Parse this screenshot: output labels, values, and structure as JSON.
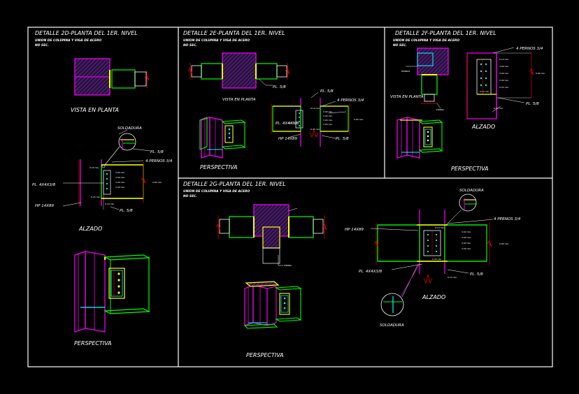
{
  "colors": {
    "background": "#000000",
    "frame": "#ffffff",
    "column": "#ff00ff",
    "beam": "#00ff00",
    "plate": "#ffff00",
    "bolt": "#00ffff",
    "dimension": "#ff0000",
    "hatch": "#7030a0"
  },
  "panels": {
    "p2d": {
      "title": "DETALLE 2D-PLANTA DEL 1ER. NIVEL",
      "subtitle1": "UNION DE COLUMNA Y VIGA DE ACERO",
      "subtitle2": "NO SEC.",
      "captions": {
        "plan": "VISTA EN PLANTA",
        "elevation": "ALZADO",
        "perspective": "PERSPECTIVA"
      },
      "labels": {
        "weld": "SOLDADURA",
        "plate_top": "PL. 5/8",
        "bolts": "4 PERNOS 3/4",
        "plate_side": "PL. 4X4X3/8",
        "column_hp": "HP 14X89",
        "plate_bottom": "PL. 5/8"
      }
    },
    "p2e": {
      "title": "DETALLE 2E-PLANTA DEL 1ER. NIVEL",
      "subtitle1": "UNION DE COLUMNA Y VIGA DE ACERO",
      "subtitle2": "NO SEC.",
      "captions": {
        "plan": "VISTA EN PLANTA",
        "perspective": "PERSPECTIVA"
      },
      "labels": {
        "plate_plan": "PL. 5/8",
        "plate_top": "PL. 5/8",
        "bolts": "4 PERNOS 3/4",
        "plate_side": "PL. 4X4X3/8",
        "column_hp": "HP 14X89",
        "plate_bottom": "PL. 5/8"
      }
    },
    "p2f": {
      "title": "DETALLE 2F-PLANTA DEL 1ER. NIVEL",
      "subtitle1": "UNION DE COLUMNA Y VIGA DE ACERO",
      "subtitle2": "NO SEC.",
      "captions": {
        "plan": "VISTA EN PLANTA",
        "elevation": "ALZADO",
        "perspective": "PERSPECTIVA"
      },
      "labels": {
        "bolts": "4 PERNOS 3/4",
        "plate": "PL. 5/8"
      }
    },
    "p2g": {
      "title": "DETALLE 2G-PLANTA DEL 1ER. NIVEL",
      "subtitle1": "UNION DE COLUMNA Y VIGA DE ACERO",
      "subtitle2": "NO SEC.",
      "captions": {
        "elevation": "ALZADO",
        "perspective": "PERSPECTIVA"
      },
      "labels": {
        "weld_top": "SOLDADURA",
        "column_hp": "HP 14X89",
        "bolts": "4 PERNOS 3/4",
        "plate_side": "PL. 4X4X3/8",
        "plate_bottom": "PL. 5/8",
        "weld_bottom": "SOLDADURA"
      }
    }
  }
}
